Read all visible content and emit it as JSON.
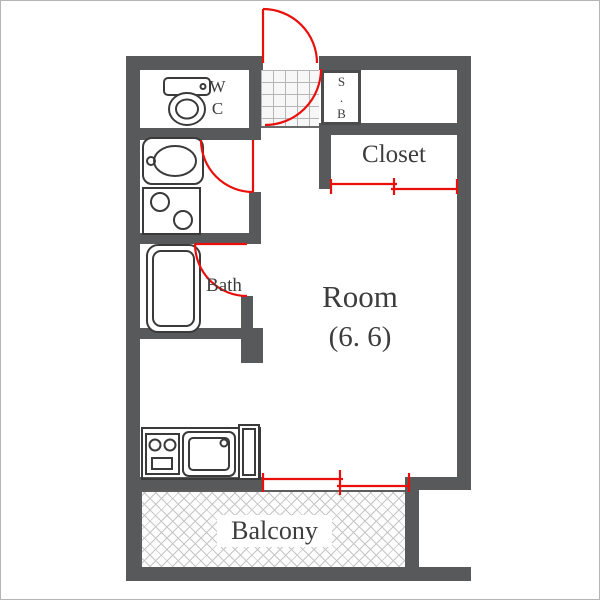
{
  "labels": {
    "wc": "WC",
    "shoe_box": "S.B",
    "closet": "Closet",
    "bath": "Bath",
    "room_name": "Room",
    "room_size": "(6. 6)",
    "balcony": "Balcony"
  },
  "colors": {
    "wall": "#58595b",
    "door_red": "#e9100c",
    "fixture_line": "#3a3a3a",
    "text": "#3d3d3d"
  }
}
